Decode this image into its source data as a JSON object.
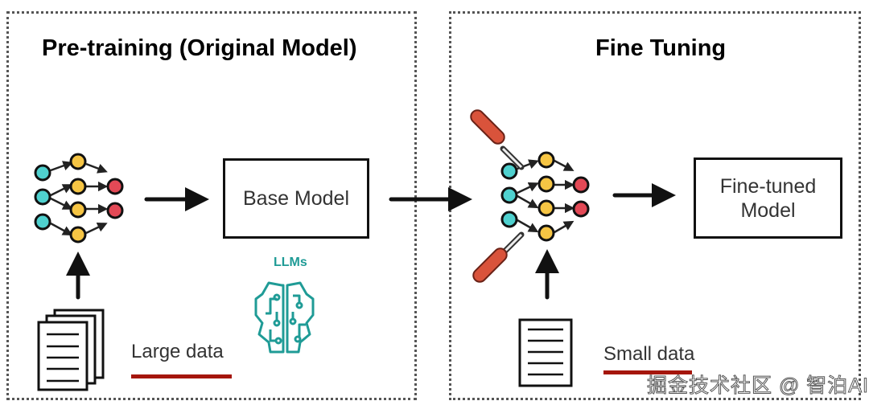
{
  "panels": {
    "pretraining": {
      "title": "Pre-training (Original Model)",
      "model_box": "Base Model",
      "data_label": "Large data",
      "badge": "LLMs"
    },
    "finetuning": {
      "title": "Fine Tuning",
      "model_box_line1": "Fine-tuned",
      "model_box_line2": "Model",
      "data_label": "Small data"
    }
  },
  "colors": {
    "input_node": "#4fd1cf",
    "hidden_node": "#f6c544",
    "output_node": "#e34956",
    "data_underline": "#a5160c",
    "llm_accent": "#1f9b96",
    "tool_handle": "#d9533b"
  },
  "watermark": "掘金技术社区 @ 智泊AI"
}
